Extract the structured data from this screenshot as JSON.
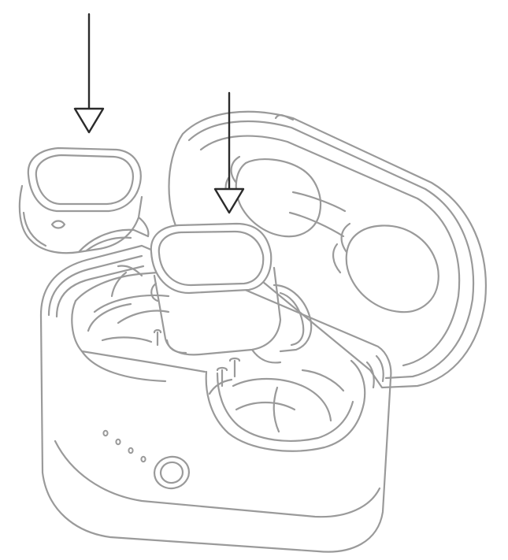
{
  "colors": {
    "background": "#ffffff",
    "outline": "#9a9a9a",
    "arrow": "#2b2b2b"
  },
  "figure": {
    "subject": "earbuds-charging-case-insertion",
    "arrows": [
      {
        "name": "left-earbud-insert-arrow",
        "direction": "down"
      },
      {
        "name": "right-earbud-insert-arrow",
        "direction": "down"
      }
    ],
    "led_indicator_count": 4
  }
}
